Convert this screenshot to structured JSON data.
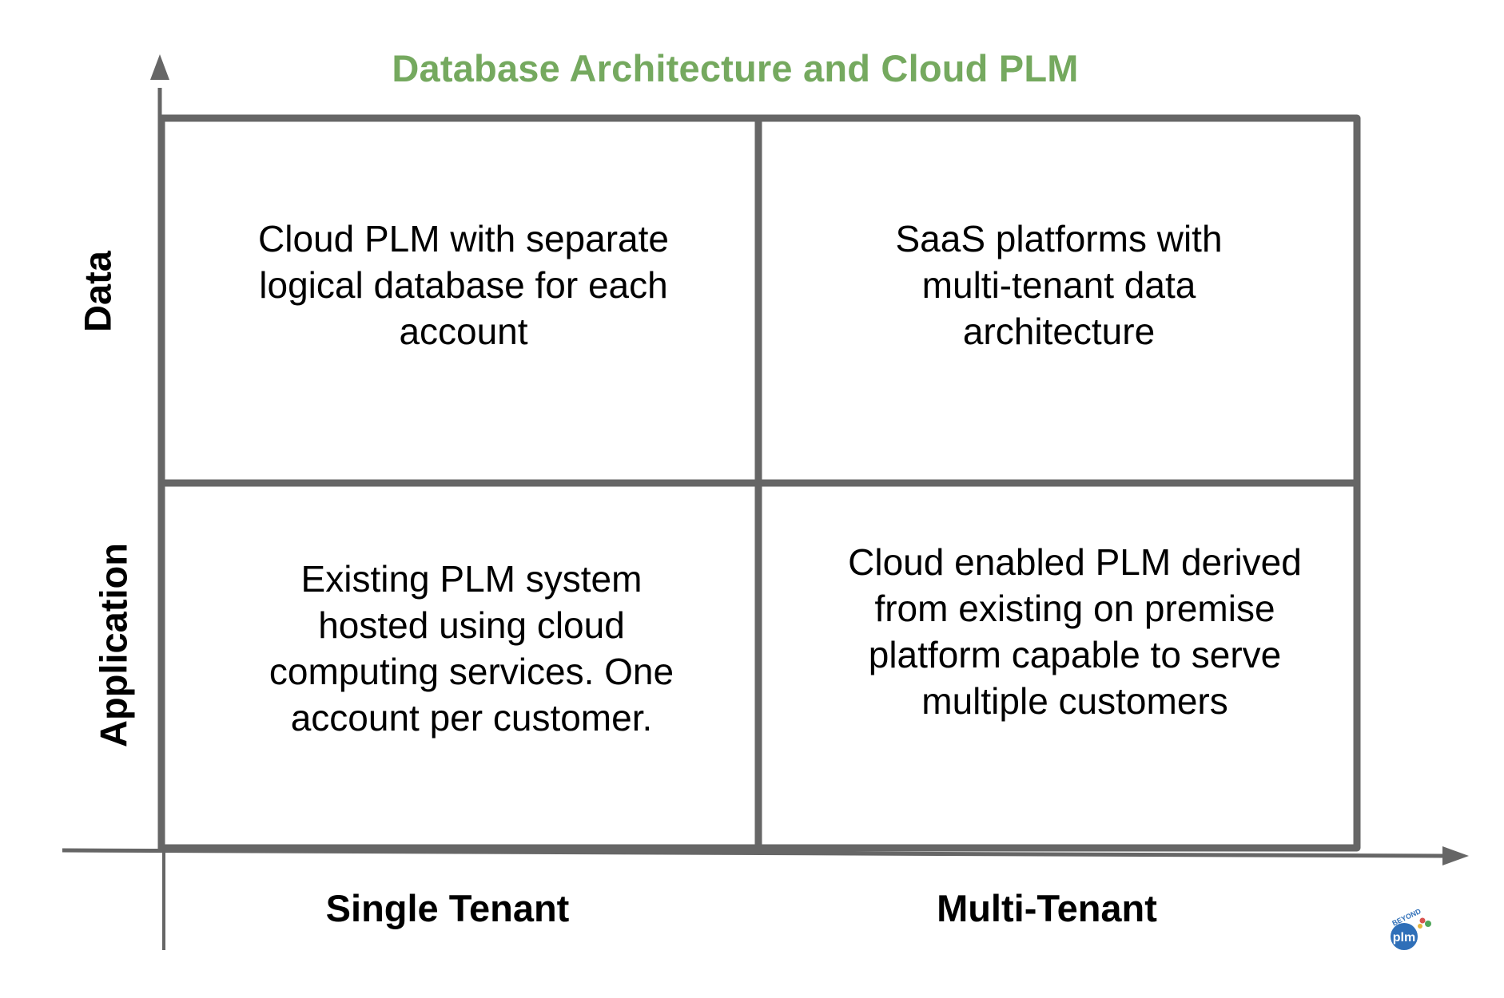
{
  "title": "Database Architecture and Cloud PLM",
  "colors": {
    "title": "#75a95f",
    "grid": "#666666",
    "text": "#000000"
  },
  "axes": {
    "x_categories": [
      "Single Tenant",
      "Multi-Tenant"
    ],
    "y_categories": [
      "Application",
      "Data"
    ]
  },
  "quadrants": {
    "data_single": "Cloud PLM with separate logical database for each account",
    "data_multi": "SaaS platforms with multi-tenant data architecture",
    "application_single": "Existing PLM system hosted using cloud computing services. One account per customer.",
    "application_multi": "Cloud enabled PLM derived from existing on premise platform capable to serve multiple customers"
  },
  "logo": {
    "top_text": "BEYOND",
    "main_text": "plm",
    "icon": "beyond-plm-logo"
  }
}
